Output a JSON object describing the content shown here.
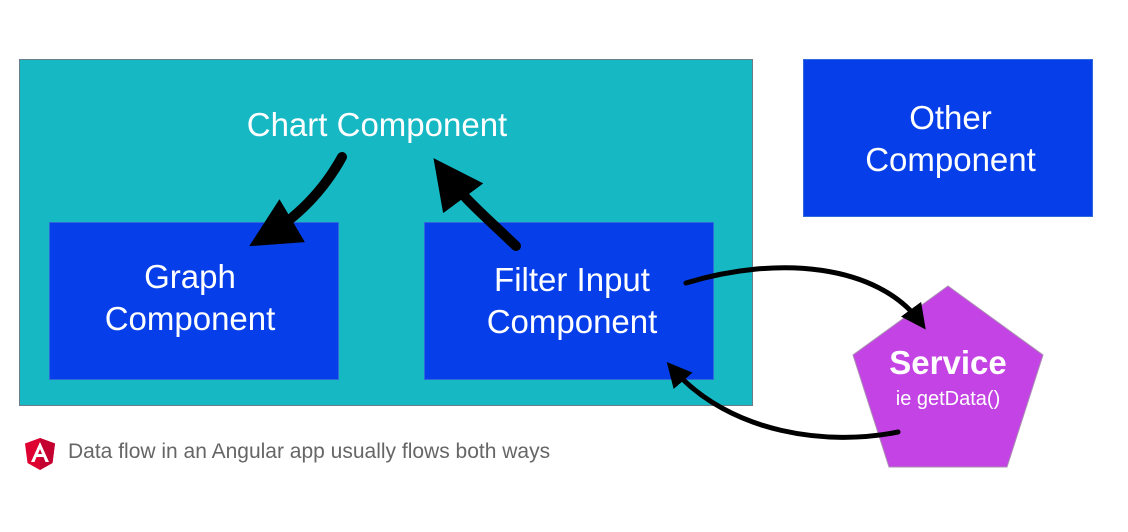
{
  "nodes": {
    "chart": {
      "label": "Chart Component",
      "color": "#16b8c4"
    },
    "graph": {
      "label_line1": "Graph",
      "label_line2": "Component",
      "color": "#063fe9"
    },
    "filter": {
      "label_line1": "Filter Input",
      "label_line2": "Component",
      "color": "#063fe9"
    },
    "other": {
      "label_line1": "Other",
      "label_line2": "Component",
      "color": "#063fe9"
    },
    "service": {
      "title": "Service",
      "subtitle": "ie getData()",
      "color": "#c443e4"
    }
  },
  "arrows": [
    {
      "from": "chart",
      "to": "graph"
    },
    {
      "from": "filter",
      "to": "chart"
    },
    {
      "from": "filter",
      "to": "service"
    },
    {
      "from": "service",
      "to": "filter"
    }
  ],
  "caption": {
    "text": "Data flow in an Angular app usually flows both ways",
    "logo": "angular-logo-icon"
  }
}
